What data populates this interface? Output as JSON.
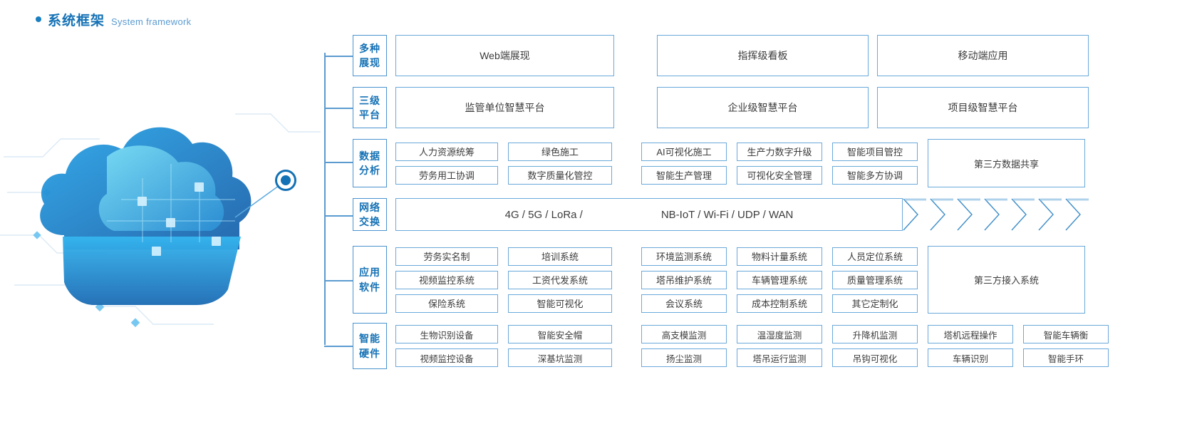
{
  "header": {
    "bullet_color": "#1a7fc1",
    "title_cn": "系统框架",
    "title_en": "System framework"
  },
  "rows": [
    {
      "category": {
        "line1": "多种",
        "line2": "展现"
      },
      "type": "banner",
      "items": [
        "Web端展现",
        "指挥级看板",
        "移动端应用"
      ]
    },
    {
      "category": {
        "line1": "三级",
        "line2": "平台"
      },
      "type": "banner",
      "items": [
        "监管单位智慧平台",
        "企业级智慧平台",
        "项目级智慧平台"
      ]
    },
    {
      "category": {
        "line1": "数据",
        "line2": "分析"
      },
      "type": "grid",
      "left_grid": [
        [
          "人力资源统筹",
          "绿色施工"
        ],
        [
          "劳务用工协调",
          "数字质量化管控"
        ]
      ],
      "right_grid": [
        [
          "AI可视化施工",
          "生产力数字升级",
          "智能项目管控"
        ],
        [
          "智能生产管理",
          "可视化安全管理",
          "智能多方协调"
        ]
      ],
      "third_party": "第三方数据共享"
    },
    {
      "category": {
        "line1": "网络",
        "line2": "交换"
      },
      "type": "network",
      "network_left": "4G / 5G / LoRa /",
      "network_right": "NB-IoT / Wi-Fi / UDP / WAN",
      "chevron_count": 7
    },
    {
      "category": {
        "line1": "应用",
        "line2": "软件"
      },
      "type": "grid",
      "left_grid": [
        [
          "劳务实名制",
          "培训系统"
        ],
        [
          "视频监控系统",
          "工资代发系统"
        ],
        [
          "保险系统",
          "智能可视化"
        ]
      ],
      "right_grid": [
        [
          "环境监测系统",
          "物料计量系统",
          "人员定位系统"
        ],
        [
          "塔吊维护系统",
          "车辆管理系统",
          "质量管理系统"
        ],
        [
          "会议系统",
          "成本控制系统",
          "其它定制化"
        ]
      ],
      "third_party": "第三方接入系统"
    },
    {
      "category": {
        "line1": "智能",
        "line2": "硬件"
      },
      "type": "hardware",
      "left_grid": [
        [
          "生物识别设备",
          "智能安全帽"
        ],
        [
          "视频监控设备",
          "深基坑监测"
        ]
      ],
      "right_grid": [
        [
          "高支模监测",
          "温湿度监测",
          "升降机监测",
          "塔机远程操作",
          "智能车辆衡"
        ],
        [
          "扬尘监测",
          "塔吊运行监测",
          "吊钩可视化",
          "车辆识别",
          "智能手环"
        ]
      ]
    }
  ],
  "colors": {
    "accent": "#1471b5",
    "border": "#6aa9da",
    "category_border": "#4a93cf",
    "text": "#3c3c3c"
  }
}
